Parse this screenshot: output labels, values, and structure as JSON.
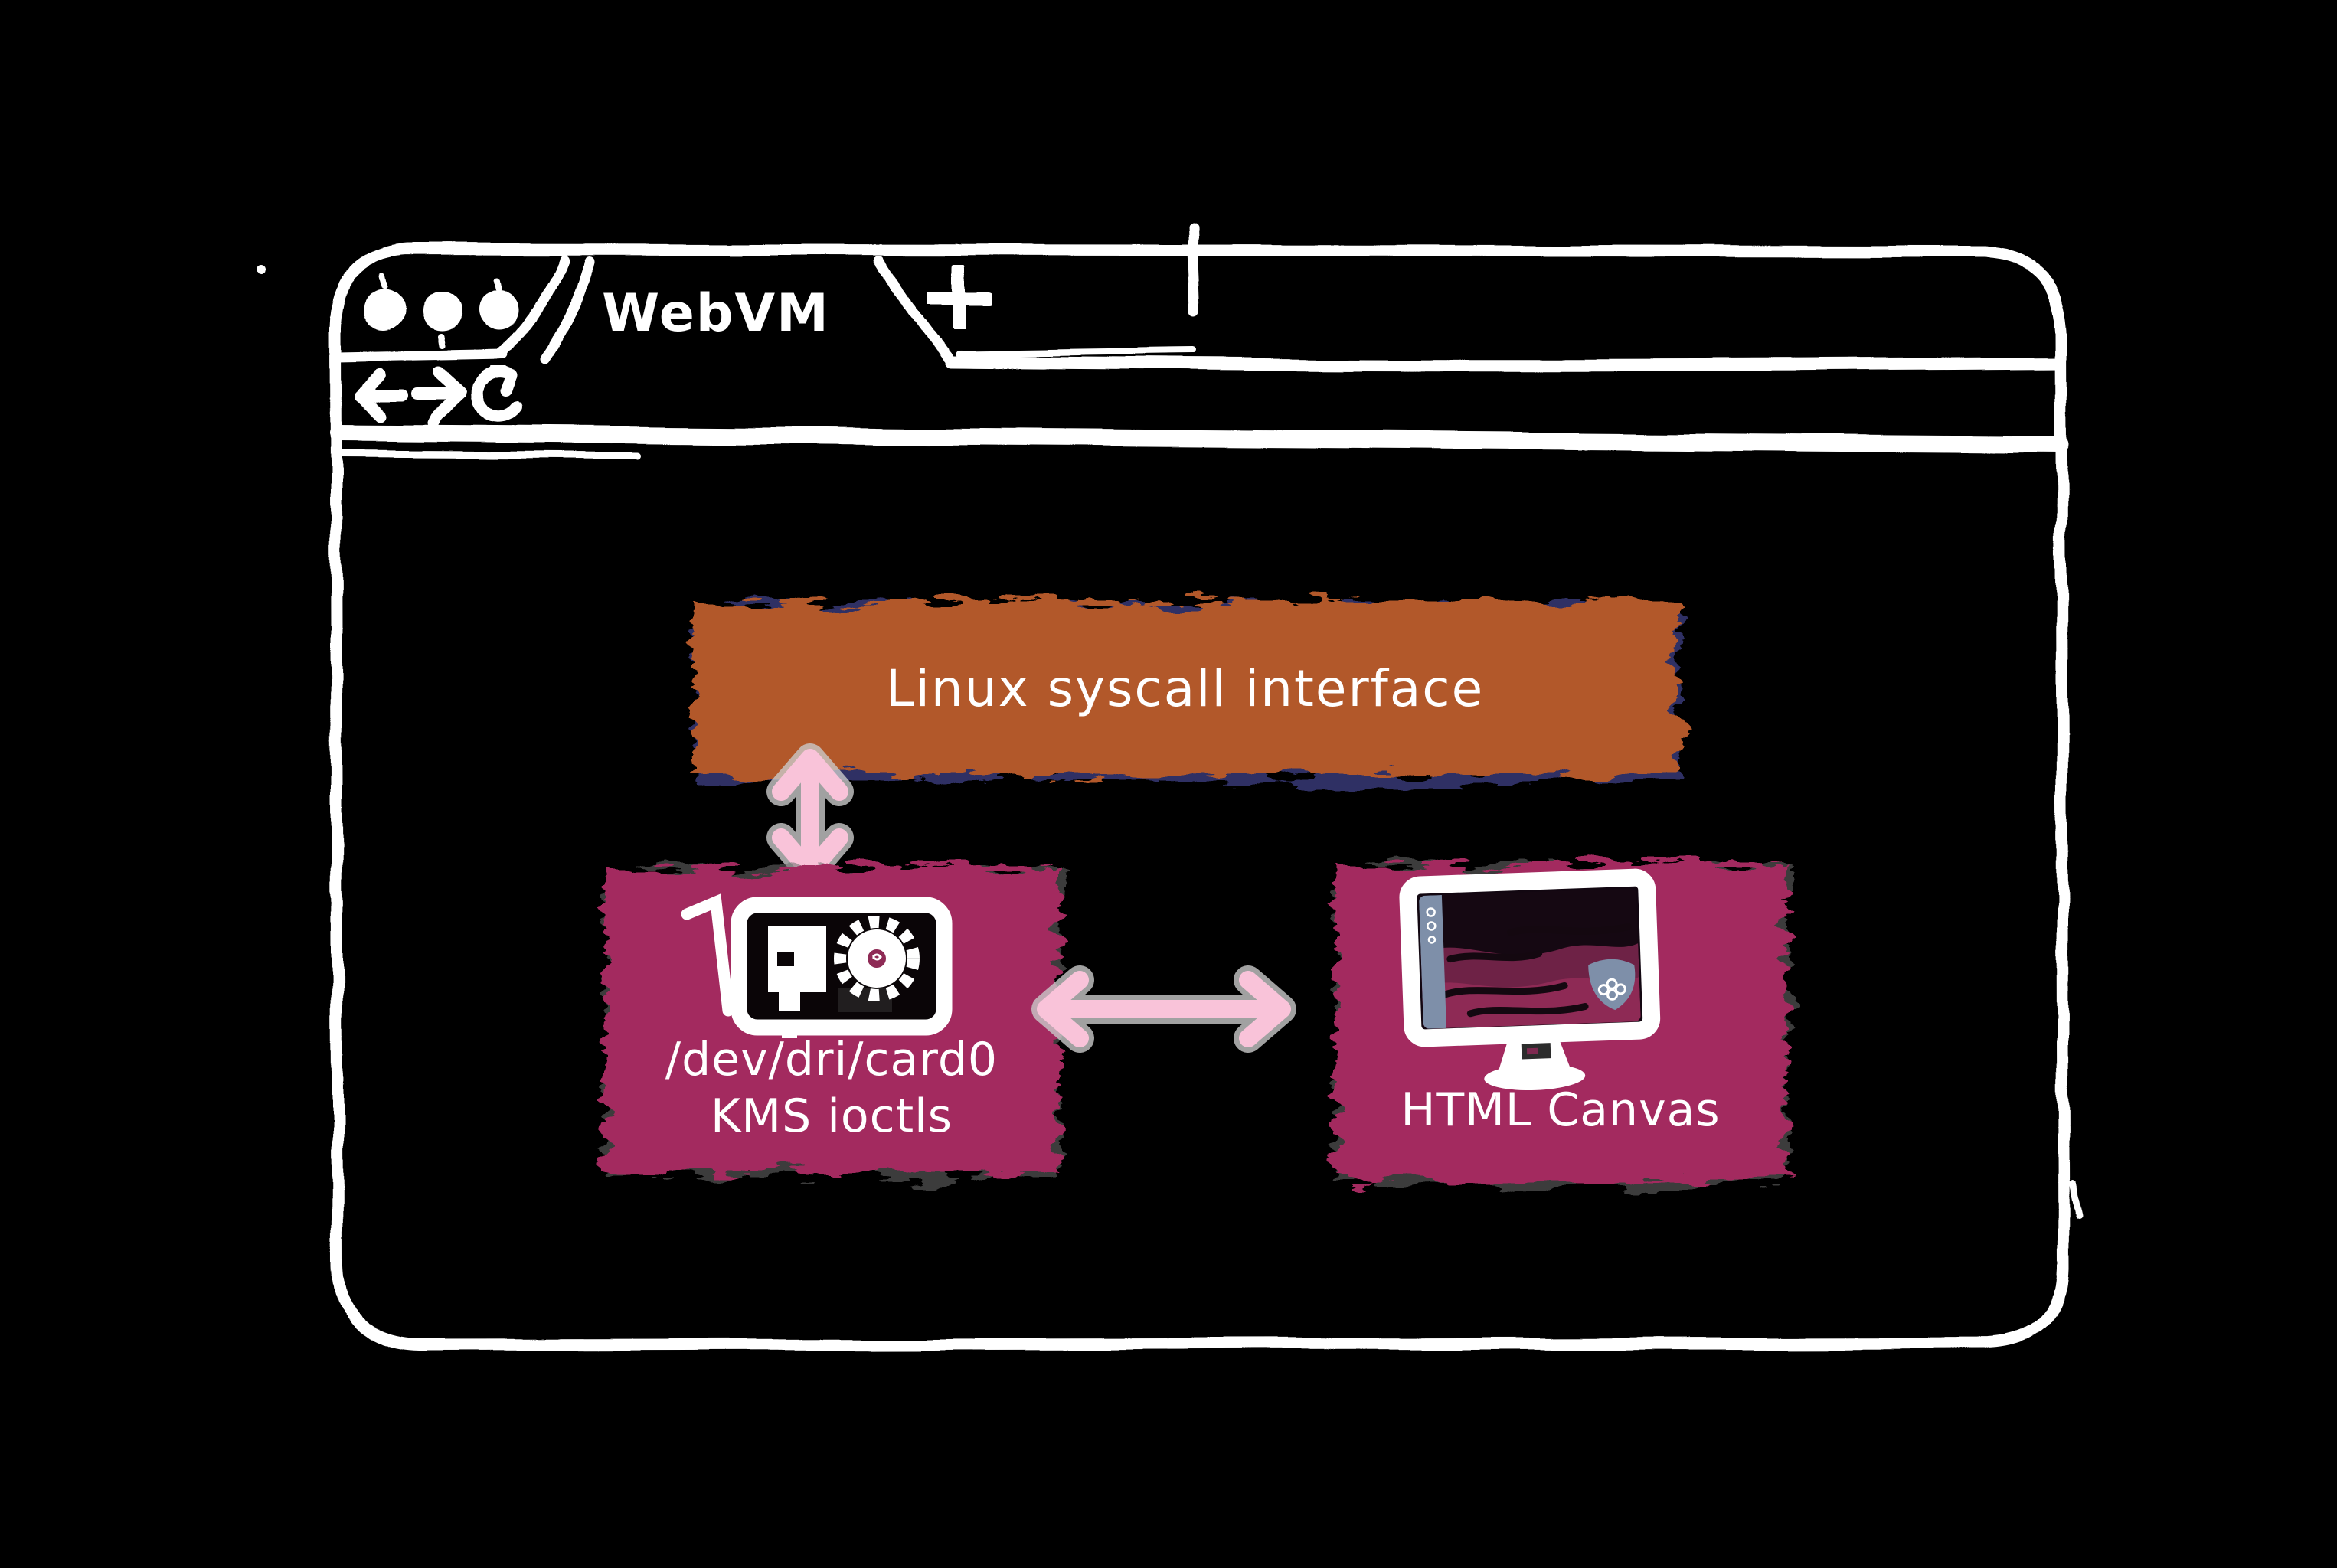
{
  "browser": {
    "tab_title": "WebVM",
    "icons": {
      "traffic_lights": "window-dot-icon",
      "new_tab": "plus-icon",
      "back": "arrow-left-icon",
      "forward": "arrow-right-icon",
      "reload": "refresh-icon"
    }
  },
  "diagram": {
    "banner": {
      "label": "Linux syscall interface",
      "color": "#b2582b"
    },
    "kms_box": {
      "line1": "/dev/dri/card0",
      "line2": "KMS ioctls",
      "color": "#a3295e",
      "icon": "gpu-card-icon"
    },
    "canvas_box": {
      "label": "HTML Canvas",
      "color": "#a3295e",
      "icon": "monitor-icon"
    },
    "arrows": {
      "color": "#f9c3d9"
    }
  },
  "colors": {
    "background": "#000000",
    "frame": "#ffffff",
    "accent_orange": "#b2582b",
    "accent_magenta": "#a3295e",
    "accent_pink": "#f9c3d9",
    "screen_slate": "#7e8fa9",
    "screen_wave": "#7e2950"
  }
}
